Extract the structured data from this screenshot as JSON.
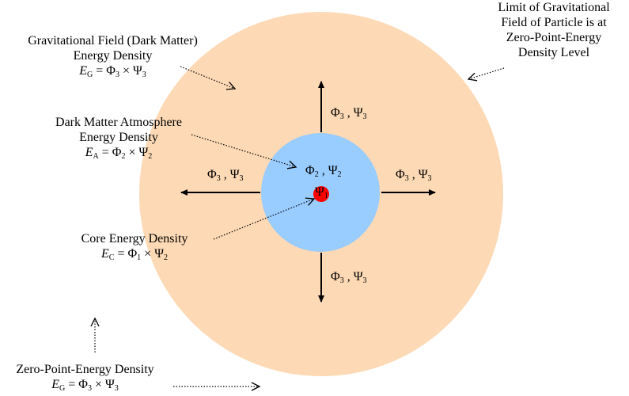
{
  "labels": {
    "limit": {
      "lines": [
        "Limit of Gravitational",
        "Field of Particle is at",
        "Zero-Point-Energy",
        "Density Level"
      ]
    },
    "grav_field": {
      "lines": [
        "Gravitational Field (Dark Matter)",
        "Energy Density"
      ],
      "eq_var": "E",
      "eq_var_sub": "G",
      "eq_mid": " = Φ",
      "eq_s1": "3",
      "eq_op": " × Ψ",
      "eq_s2": "3"
    },
    "atmosphere": {
      "lines": [
        "Dark Matter Atmosphere",
        "Energy Density"
      ],
      "eq_var": "E",
      "eq_var_sub": "A",
      "eq_mid": " = Φ",
      "eq_s1": "2",
      "eq_op": " × Ψ",
      "eq_s2": "2"
    },
    "core": {
      "lines": [
        "Core Energy Density"
      ],
      "eq_var": "E",
      "eq_var_sub": "C",
      "eq_mid": " = Φ",
      "eq_s1": "1",
      "eq_op": " × Ψ",
      "eq_s2": "2"
    },
    "zpe": {
      "lines": [
        "Zero-Point-Energy Density"
      ],
      "eq_var": "E",
      "eq_var_sub": "G",
      "eq_mid": " = Φ",
      "eq_s1": "3",
      "eq_op": " × Ψ",
      "eq_s2": "3"
    }
  },
  "field_symbols": {
    "outer": {
      "phi": "Φ",
      "phi_sub": "3",
      "sep": " , ",
      "psi": "Ψ",
      "psi_sub": "3"
    },
    "inner": {
      "phi": "Φ",
      "phi_sub": "2",
      "sep": " , ",
      "psi": "Ψ",
      "psi_sub": "2"
    },
    "core": {
      "psi": "Ψ",
      "psi_sub": "1"
    }
  },
  "colors": {
    "outer_field": "#fdd9b5",
    "atmosphere": "#99ccff",
    "core": "#ff0000",
    "arrow": "#000000"
  }
}
